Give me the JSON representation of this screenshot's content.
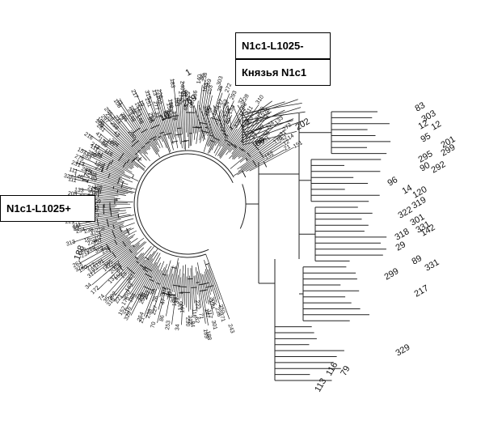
{
  "figure": {
    "labels": {
      "minus": "N1c1-L1025-",
      "princes": "Князья N1c1",
      "plus": "N1c1-L1025+"
    },
    "tip_labels": [
      "83",
      "303",
      "12",
      "12",
      "95",
      "201",
      "299",
      "295",
      "90",
      "292",
      "96",
      "14",
      "120",
      "319",
      "322",
      "301",
      "331",
      "142",
      "318",
      "29",
      "89",
      "331",
      "299",
      "217",
      "329",
      "116",
      "79",
      "113",
      "202",
      "80",
      "10",
      "1",
      "269",
      "171",
      "188"
    ],
    "colors": {
      "ink": "#000000",
      "background": "#ffffff"
    }
  }
}
